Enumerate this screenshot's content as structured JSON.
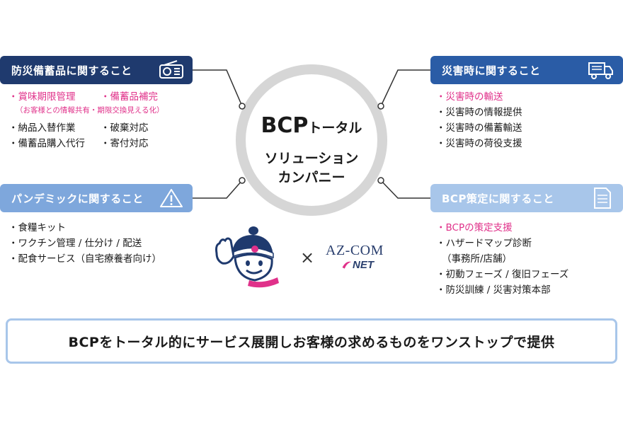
{
  "center": {
    "line1_main": "BCP",
    "line1_suffix": "トータル",
    "line2": "ソリューション",
    "line3": "カンパニー"
  },
  "boxes": {
    "top_left": {
      "title": "防災備蓄品に関すること",
      "icon": "radio-icon",
      "col1_highlight": "・賞味期限管理",
      "col2_highlight": "・備蓄品補完",
      "note": "（お客様との情報共有・期限交換見える化）",
      "col1": [
        "・納品入替作業",
        "・備蓄品購入代行"
      ],
      "col2": [
        "・破棄対応",
        "・寄付対応"
      ]
    },
    "bottom_left": {
      "title": "パンデミックに関すること",
      "icon": "warning-icon",
      "items": [
        "・食糧キット",
        "・ワクチン管理 / 仕分け / 配送",
        "・配食サービス（自宅療養者向け）"
      ]
    },
    "top_right": {
      "title": "災害時に関すること",
      "icon": "truck-icon",
      "highlight": "・災害時の輸送",
      "items": [
        "・災害時の情報提供",
        "・災害時の備蓄輸送",
        "・災害時の荷役支援"
      ]
    },
    "bottom_right": {
      "title": "BCP策定に関すること",
      "icon": "document-icon",
      "highlight": "・BCPの策定支援",
      "items": [
        "・ハザードマップ診断",
        "（事務所/店舗）",
        "・初動フェーズ / 復旧フェーズ",
        "・防災訓練 / 災害対策本部"
      ]
    }
  },
  "logos": {
    "times": "×",
    "azcom_top": "AZ-COM",
    "azcom_bottom": "NET"
  },
  "footer": "BCPをトータル的にサービス展開しお客様の求めるものをワンストップで提供",
  "colors": {
    "dark_navy": "#1f3a6e",
    "mid_blue": "#2a5ca6",
    "light_blue": "#7ea7dc",
    "lighter_blue": "#a8c6ea",
    "pink": "#e0318a",
    "ring_gray": "#d6d6d6"
  }
}
